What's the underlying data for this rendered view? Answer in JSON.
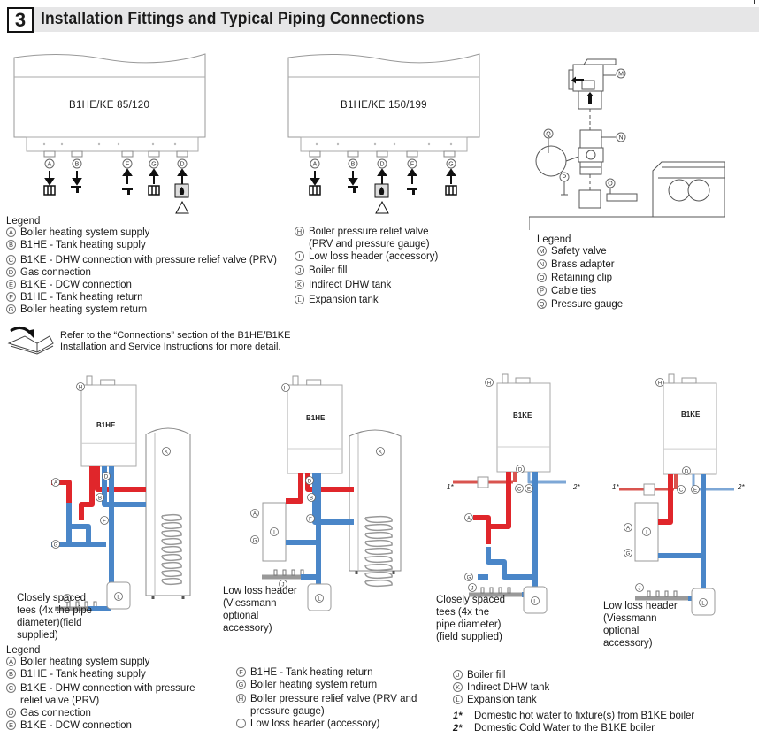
{
  "header": {
    "section_number": "3",
    "title": "Installation Fittings and Typical Piping Connections"
  },
  "colors": {
    "supply_red": "#e0262b",
    "return_blue": "#4a86c8",
    "dhw_red_light": "#d9544f",
    "dcw_blue_light": "#7da7d6",
    "header_gray": "#e6e6e7"
  },
  "top_diagrams": {
    "left": {
      "model_label": "B1HE/KE 85/120",
      "connections": [
        "A",
        "B",
        "F",
        "G",
        "D"
      ]
    },
    "right": {
      "model_label": "B1HE/KE 150/199",
      "connections": [
        "A",
        "B",
        "D",
        "F",
        "G"
      ]
    },
    "valve_callouts": [
      "M",
      "N",
      "Q",
      "P",
      "O"
    ]
  },
  "legend_top_left": {
    "title": "Legend",
    "items": [
      {
        "key": "A",
        "label": "Boiler heating system supply"
      },
      {
        "key": "B",
        "label": "B1HE - Tank heating supply"
      },
      {
        "key": "C",
        "label": "B1KE - DHW connection with pressure relief valve (PRV)"
      },
      {
        "key": "D",
        "label": "Gas connection"
      },
      {
        "key": "E",
        "label": "B1KE - DCW connection"
      },
      {
        "key": "F",
        "label": "B1HE - Tank heating return"
      },
      {
        "key": "G",
        "label": "Boiler heating system return"
      }
    ]
  },
  "legend_top_mid": {
    "items": [
      {
        "key": "H",
        "label": "Boiler pressure relief valve",
        "label2": "(PRV and pressure gauge)"
      },
      {
        "key": "I",
        "label": "Low loss header (accessory)"
      },
      {
        "key": "J",
        "label": "Boiler fill"
      },
      {
        "key": "K",
        "label": "Indirect DHW tank"
      },
      {
        "key": "L",
        "label": "Expansion tank"
      }
    ]
  },
  "legend_top_right": {
    "title": "Legend",
    "items": [
      {
        "key": "M",
        "label": "Safety valve"
      },
      {
        "key": "N",
        "label": "Brass adapter"
      },
      {
        "key": "O",
        "label": "Retaining clip"
      },
      {
        "key": "P",
        "label": "Cable ties"
      },
      {
        "key": "Q",
        "label": "Pressure gauge"
      }
    ]
  },
  "reference_note": {
    "line1": "Refer to the “Connections” section of the  B1HE/B1KE",
    "line2": "Installation and Service Instructions for more detail."
  },
  "piping_diagrams": [
    {
      "boiler_label": "B1HE",
      "caption": [
        "Closely spaced",
        "tees (4x the pipe",
        "diameter)(field",
        "supplied)"
      ]
    },
    {
      "boiler_label": "B1HE",
      "caption": [
        "Low loss header",
        "(Viessmann",
        "optional",
        "accessory)"
      ]
    },
    {
      "boiler_label": "B1KE",
      "caption": [
        "Closely spaced",
        "tees (4x the",
        "pipe diameter)",
        "(field supplied)"
      ],
      "marks": [
        "1*",
        "2*"
      ]
    },
    {
      "boiler_label": "B1KE",
      "caption": [
        "Low loss header",
        "(Viessmann",
        "optional",
        "accessory)"
      ],
      "marks": [
        "1*",
        "2*"
      ]
    }
  ],
  "legend_bottom": {
    "title": "Legend",
    "col1": [
      {
        "key": "A",
        "label": "Boiler heating system supply"
      },
      {
        "key": "B",
        "label": "B1HE - Tank heating supply"
      },
      {
        "key": "C",
        "label": "B1KE - DHW connection with pressure",
        "label2": "relief valve (PRV)"
      },
      {
        "key": "D",
        "label": "Gas connection"
      },
      {
        "key": "E",
        "label": "B1KE - DCW connection"
      }
    ],
    "col2": [
      {
        "key": "F",
        "label": "B1HE - Tank heating return"
      },
      {
        "key": "G",
        "label": "Boiler heating system return"
      },
      {
        "key": "H",
        "label": "Boiler pressure relief valve (PRV and",
        "label2": "pressure gauge)"
      },
      {
        "key": "I",
        "label": "Low loss header (accessory)"
      }
    ],
    "col3": [
      {
        "key": "J",
        "label": "Boiler fill"
      },
      {
        "key": "K",
        "label": "Indirect DHW tank"
      },
      {
        "key": "L",
        "label": "Expansion tank"
      }
    ],
    "notes": [
      {
        "key": "1*",
        "label": "Domestic hot water to fixture(s) from B1KE boiler"
      },
      {
        "key": "2*",
        "label": "Domestic Cold Water to the B1KE boiler"
      }
    ]
  }
}
